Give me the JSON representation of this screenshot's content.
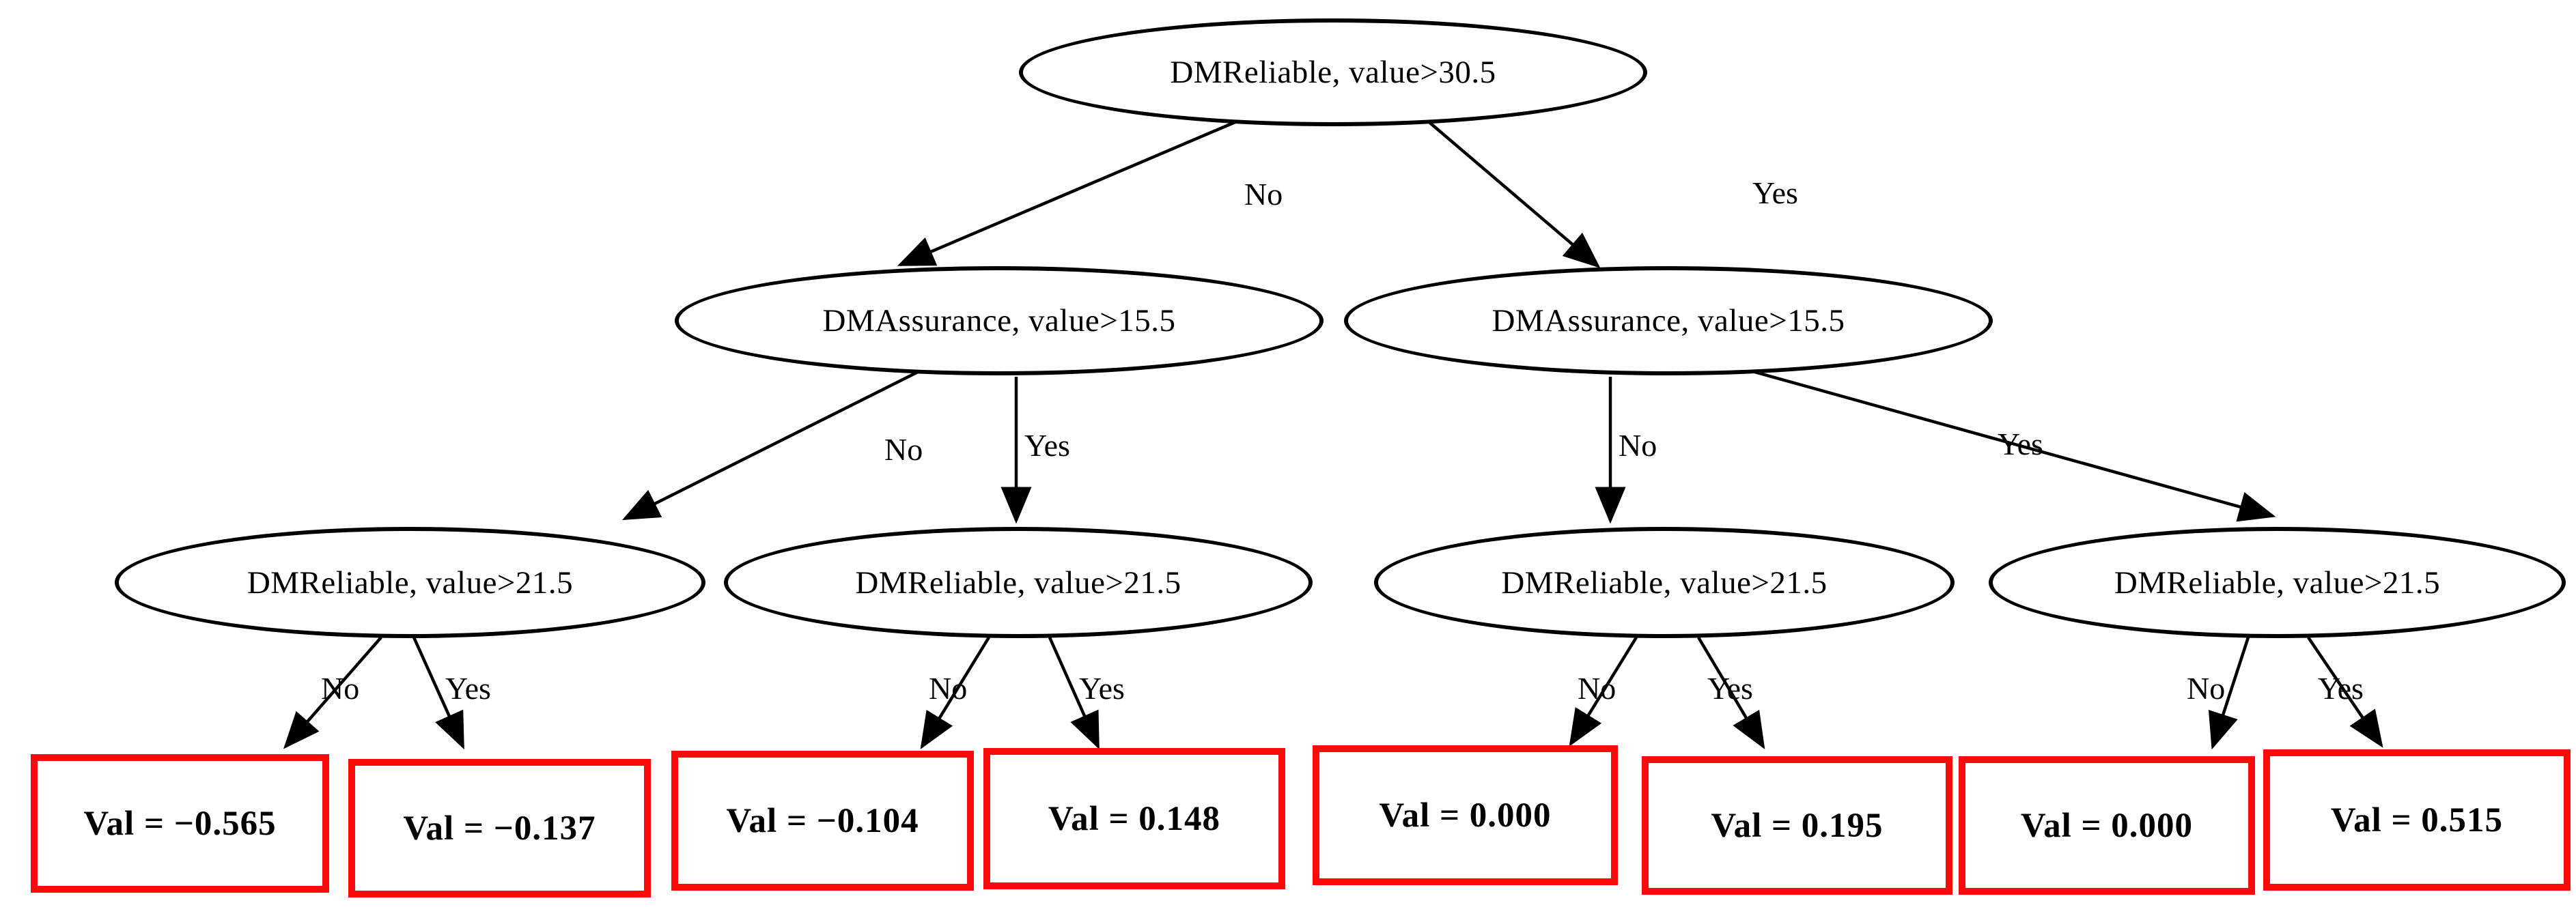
{
  "diagram": {
    "type": "decision-tree",
    "colors": {
      "background": "#ffffff",
      "node_border": "#000000",
      "leaf_border": "#fa0a0a",
      "text": "#000000"
    },
    "nodes": {
      "root": {
        "label": "DMReliable, value>30.5"
      },
      "l2_left": {
        "label": "DMAssurance, value>15.5"
      },
      "l2_right": {
        "label": "DMAssurance, value>15.5"
      },
      "l3_1": {
        "label": "DMReliable, value>21.5"
      },
      "l3_2": {
        "label": "DMReliable, value>21.5"
      },
      "l3_3": {
        "label": "DMReliable, value>21.5"
      },
      "l3_4": {
        "label": "DMReliable, value>21.5"
      }
    },
    "leaves": [
      {
        "label": "Val = −0.565"
      },
      {
        "label": "Val = −0.137"
      },
      {
        "label": "Val = −0.104"
      },
      {
        "label": "Val = 0.148"
      },
      {
        "label": "Val = 0.000"
      },
      {
        "label": "Val = 0.195"
      },
      {
        "label": "Val = 0.000"
      },
      {
        "label": "Val = 0.515"
      }
    ],
    "edge_labels": [
      {
        "from": "root",
        "to": "l2_left",
        "label": "No"
      },
      {
        "from": "root",
        "to": "l2_right",
        "label": "Yes"
      },
      {
        "from": "l2_left",
        "to": "l3_1",
        "label": "No"
      },
      {
        "from": "l2_left",
        "to": "l3_2",
        "label": "Yes"
      },
      {
        "from": "l2_right",
        "to": "l3_3",
        "label": "No"
      },
      {
        "from": "l2_right",
        "to": "l3_4",
        "label": "Yes"
      },
      {
        "from": "l3_1",
        "to": "leaf_1",
        "label": "No"
      },
      {
        "from": "l3_1",
        "to": "leaf_2",
        "label": "Yes"
      },
      {
        "from": "l3_2",
        "to": "leaf_3",
        "label": "No"
      },
      {
        "from": "l3_2",
        "to": "leaf_4",
        "label": "Yes"
      },
      {
        "from": "l3_3",
        "to": "leaf_5",
        "label": "No"
      },
      {
        "from": "l3_3",
        "to": "leaf_6",
        "label": "Yes"
      },
      {
        "from": "l3_4",
        "to": "leaf_7",
        "label": "No"
      },
      {
        "from": "l3_4",
        "to": "leaf_8",
        "label": "Yes"
      }
    ]
  }
}
